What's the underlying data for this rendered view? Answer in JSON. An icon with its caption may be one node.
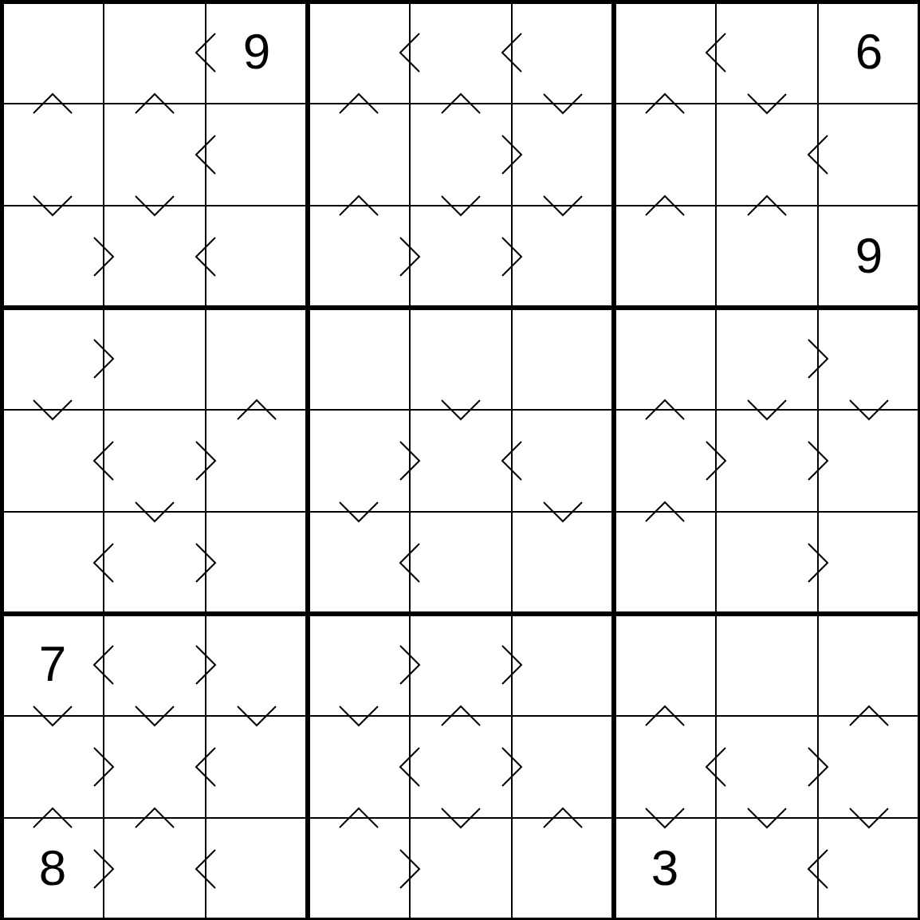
{
  "diagram": {
    "labels": [
      "9",
      "6",
      "9",
      "7",
      "8",
      "3"
    ]
  }
}
